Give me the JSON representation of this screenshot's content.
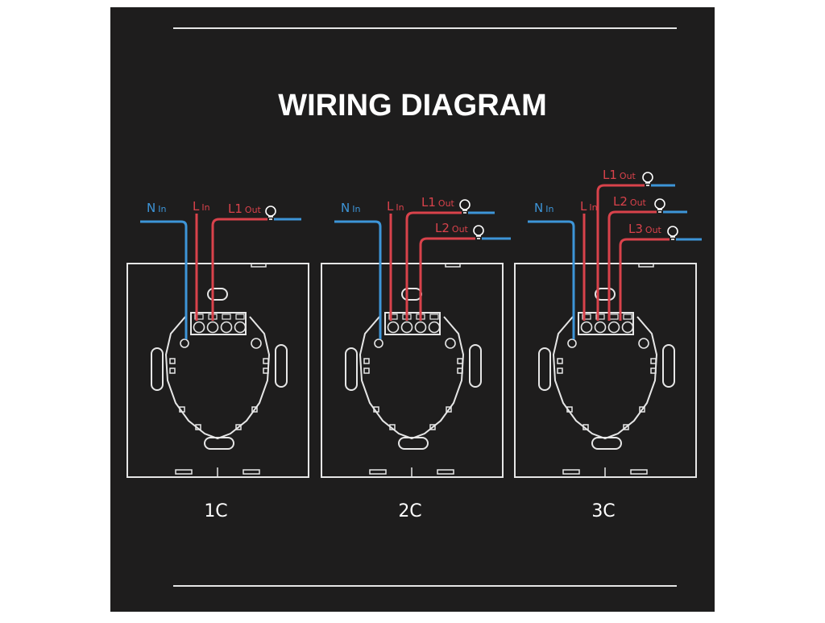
{
  "title": "WIRING DIAGRAM",
  "colors": {
    "background": "#1e1d1d",
    "outline": "#e6e6e6",
    "neutral_wire": "#3d95d8",
    "live_wire": "#d9424b",
    "load_wire": "#3d95d8",
    "text": "#ffffff"
  },
  "diagrams": [
    {
      "caption": "1C",
      "n_main": "N",
      "n_sub": "In",
      "l_main": "L",
      "l_sub": "In",
      "outputs": [
        {
          "main": "L1",
          "sub": "Out"
        }
      ]
    },
    {
      "caption": "2C",
      "n_main": "N",
      "n_sub": "In",
      "l_main": "L",
      "l_sub": "In",
      "outputs": [
        {
          "main": "L1",
          "sub": "Out"
        },
        {
          "main": "L2",
          "sub": "Out"
        }
      ]
    },
    {
      "caption": "3C",
      "n_main": "N",
      "n_sub": "In",
      "l_main": "L",
      "l_sub": "In",
      "outputs": [
        {
          "main": "L1",
          "sub": "Out"
        },
        {
          "main": "L2",
          "sub": "Out"
        },
        {
          "main": "L3",
          "sub": "Out"
        }
      ]
    }
  ],
  "icons": {
    "bulb": "light-bulb-icon"
  }
}
